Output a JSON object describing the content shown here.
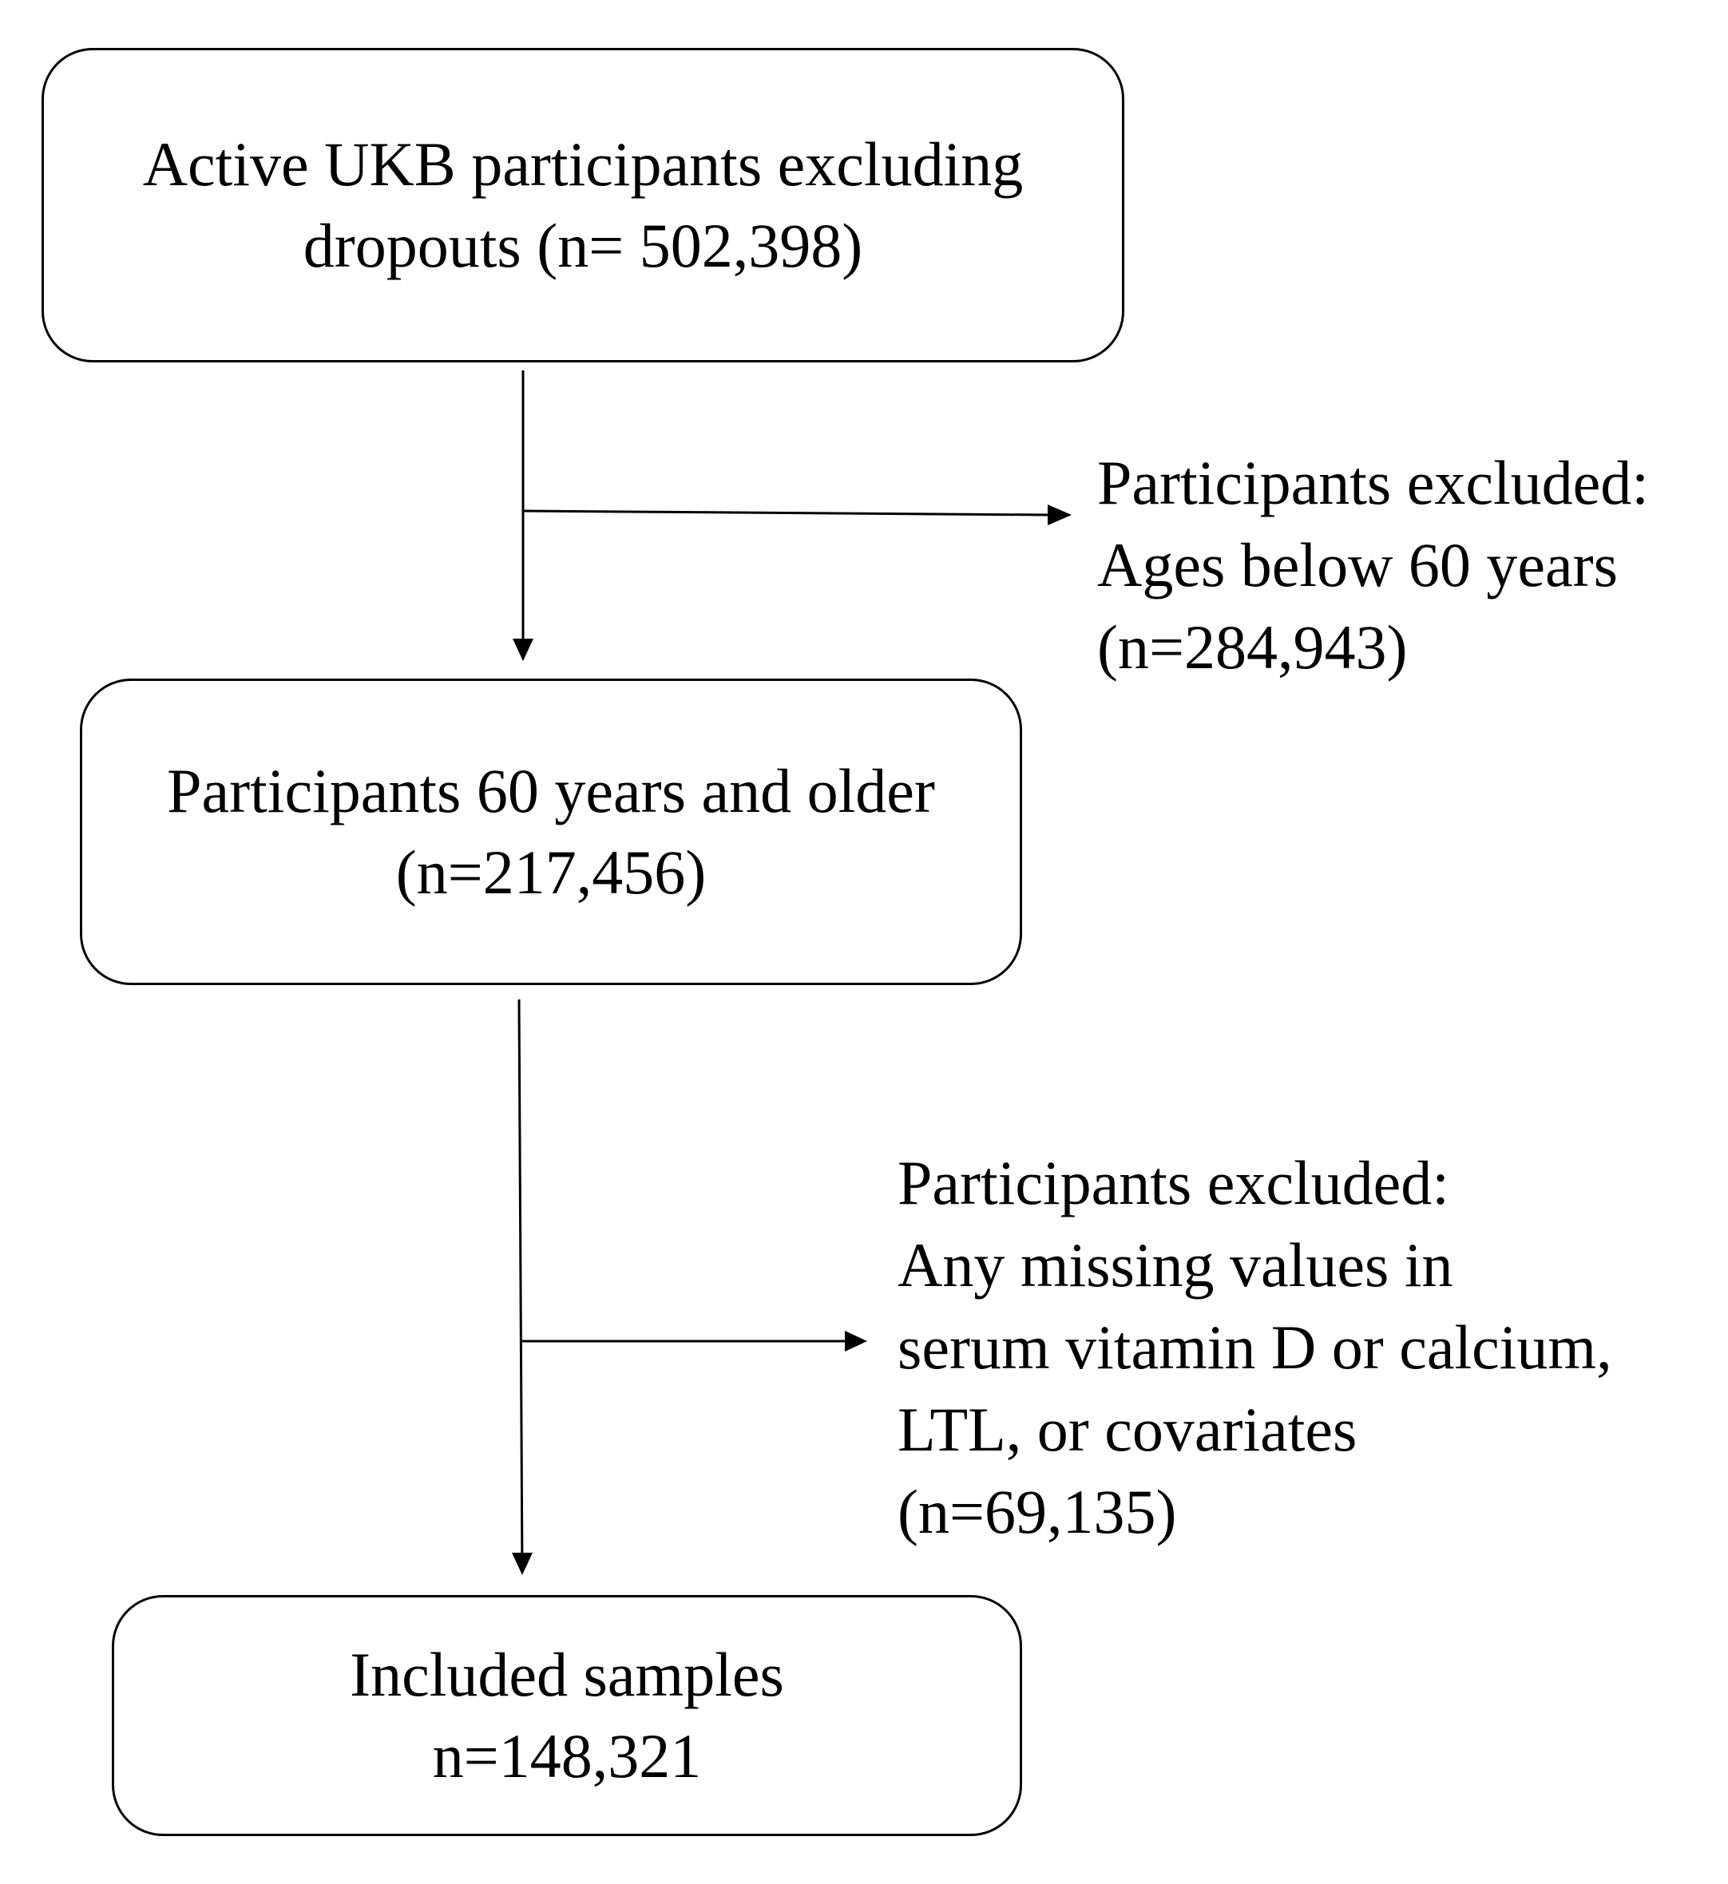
{
  "boxes": [
    {
      "lines": [
        "Active UKB participants excluding",
        "dropouts (n= 502,398)"
      ]
    },
    {
      "lines": [
        "Participants 60 years and older",
        "(n=217,456)"
      ]
    },
    {
      "lines": [
        "Included samples",
        "n=148,321"
      ]
    }
  ],
  "exclusions": [
    {
      "lines": [
        "Participants excluded:",
        "Ages below 60 years",
        "(n=284,943)"
      ]
    },
    {
      "lines": [
        "Participants excluded:",
        "Any missing values in",
        "serum vitamin D or calcium,",
        "LTL, or covariates",
        "(n=69,135)"
      ]
    }
  ]
}
